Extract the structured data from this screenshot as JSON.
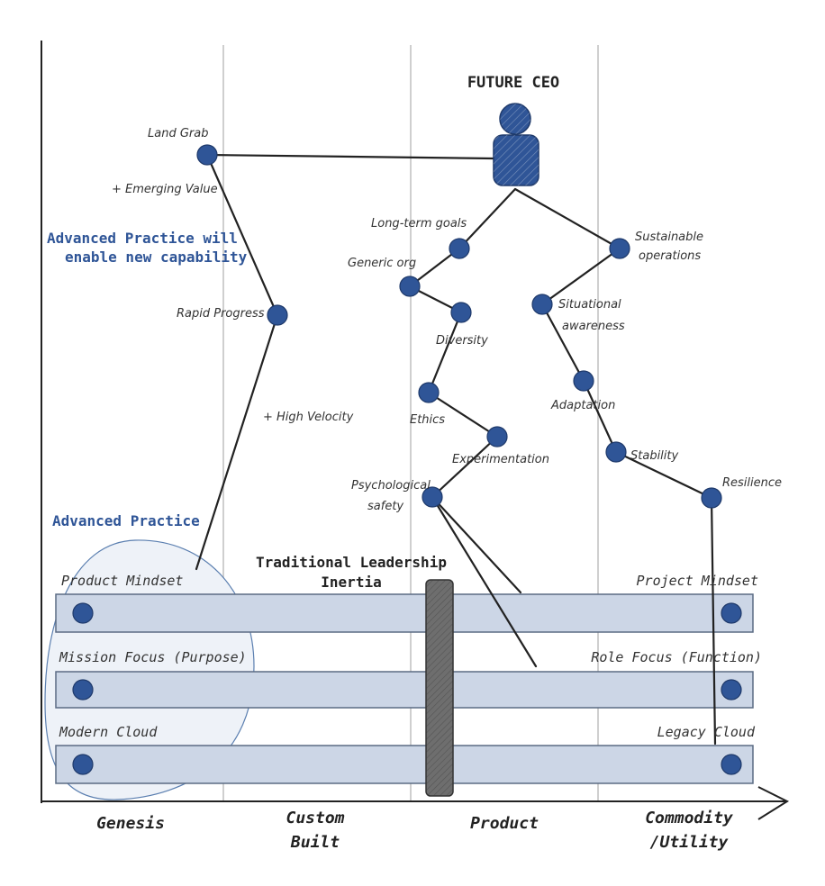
{
  "title": "FUTURE CEO",
  "stages": [
    "Genesis",
    "Custom",
    "Built",
    "Product",
    "Commodity",
    "/Utility"
  ],
  "notes": {
    "advanced_practice_will": "Advanced Practice will",
    "enable_new_capability": "enable new capability",
    "advanced_practice": "Advanced Practice",
    "traditional_leadership": "Traditional Leadership",
    "inertia": "Inertia"
  },
  "left_chain": {
    "land_grab": "Land Grab",
    "emerging_value": "+ Emerging Value",
    "rapid_progress": "Rapid Progress",
    "high_velocity": "+ High Velocity"
  },
  "center_chain": {
    "long_term_goals": "Long-term goals",
    "generic_org": "Generic org",
    "diversity": "Diversity",
    "ethics": "Ethics",
    "experimentation": "Experimentation",
    "psychological_1": "Psychological",
    "psychological_2": "safety"
  },
  "right_chain": {
    "sustainable_1": "Sustainable",
    "sustainable_2": "operations",
    "situational_1": "Situational",
    "situational_2": "awareness",
    "adaptation": "Adaptation",
    "stability": "Stability",
    "resilience": "Resilience"
  },
  "bars": {
    "product_mindset": "Product Mindset",
    "project_mindset": "Project Mindset",
    "mission_focus": "Mission Focus (Purpose)",
    "role_focus": "Role Focus (Function)",
    "modern_cloud": "Modern Cloud",
    "legacy_cloud": "Legacy Cloud"
  },
  "colors": {
    "node": "#2f5597",
    "bar_fill": "#ccd6e6",
    "bar_stroke": "#5b6b84",
    "inertia_fill": "#6e6e6e"
  }
}
